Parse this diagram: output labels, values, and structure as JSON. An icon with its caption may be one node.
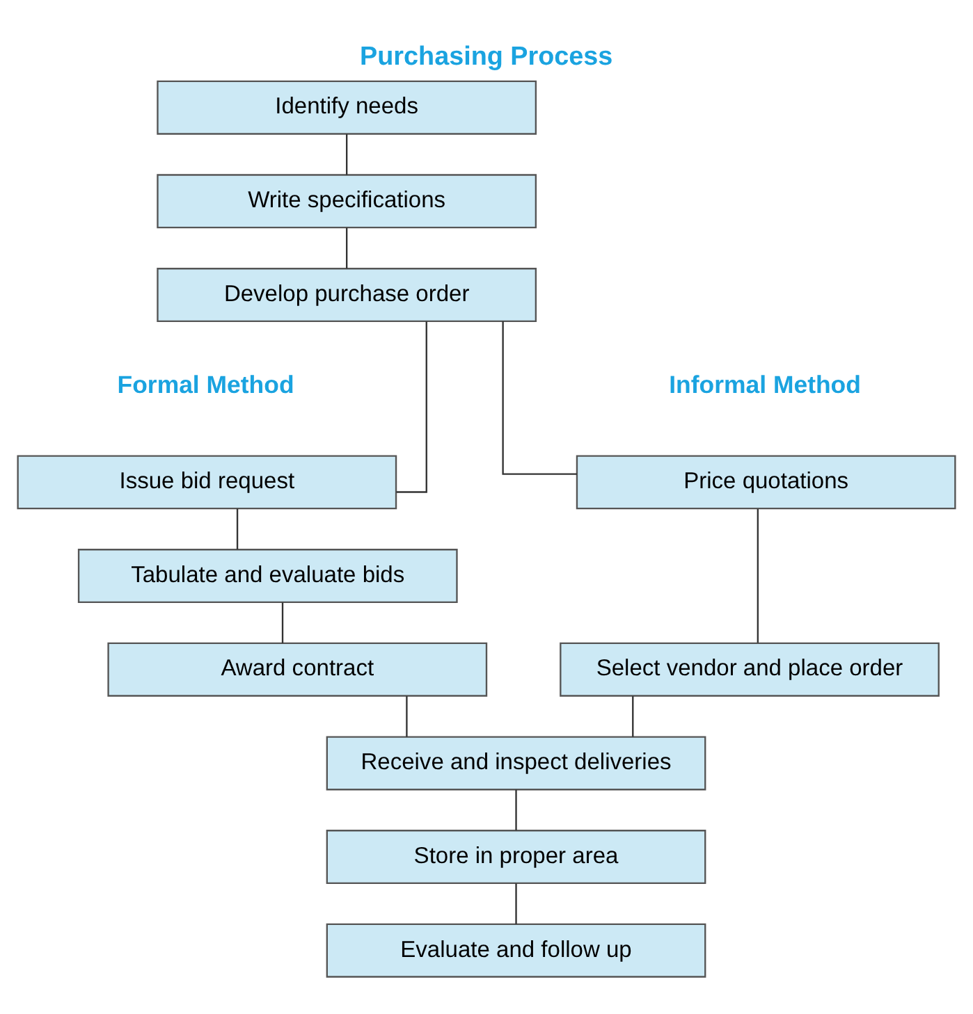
{
  "diagram": {
    "title": "Purchasing Process",
    "nodes": [
      {
        "text": [
          "Identify needs"
        ]
      },
      {
        "text": [
          "Write specifications"
        ]
      },
      {
        "text": [
          "Develop purchase order"
        ]
      },
      {
        "text": [
          "Issue bid request"
        ]
      },
      {
        "text": [
          "Tabulate and evaluate bids"
        ]
      },
      {
        "text": [
          "Award contract"
        ]
      },
      {
        "text": [
          "Price quotations"
        ]
      },
      {
        "text": [
          "Select vendor and place order"
        ]
      },
      {
        "text": [
          "Receive and inspect deliveries"
        ]
      },
      {
        "text": [
          "Store in proper area"
        ]
      },
      {
        "text": [
          "Evaluate and follow up"
        ]
      }
    ],
    "edges": [
      {
        "from": 0,
        "to": 1,
        "arrow": "none"
      },
      {
        "from": 1,
        "to": 2,
        "arrow": "none"
      },
      {
        "from": 2,
        "to": 3,
        "arrow": "none"
      },
      {
        "from": 2,
        "to": 6,
        "arrow": "none"
      },
      {
        "from": 3,
        "to": 4,
        "arrow": "none"
      },
      {
        "from": 4,
        "to": 5,
        "arrow": "none"
      },
      {
        "from": 6,
        "to": 7,
        "arrow": "none"
      },
      {
        "from": 5,
        "to": 8,
        "arrow": "none"
      },
      {
        "from": 7,
        "to": 8,
        "arrow": "none"
      },
      {
        "from": 8,
        "to": 9,
        "arrow": "none"
      },
      {
        "from": 9,
        "to": 10,
        "arrow": "none"
      }
    ],
    "labels": [
      "Formal Method",
      "Informal Method"
    ]
  }
}
